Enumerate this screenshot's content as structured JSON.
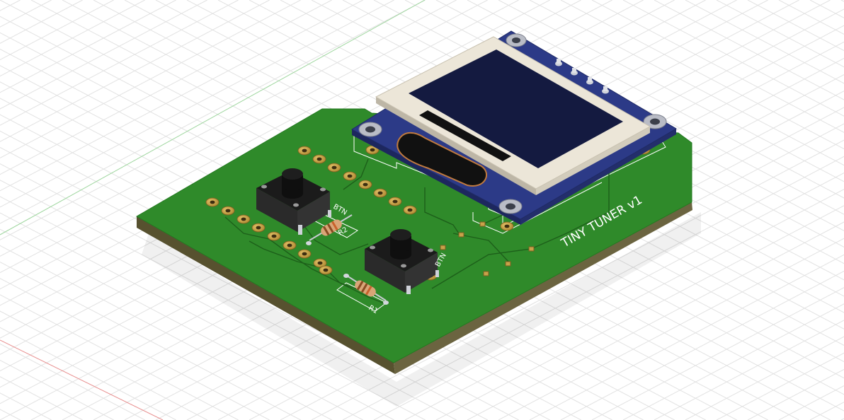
{
  "scene": {
    "board_label": "TINY TUNER v1",
    "button_ref_1": "BTN",
    "button_ref_2": "BTN",
    "resistor_ref_1": "R2",
    "resistor_ref_2": "R1"
  },
  "colors": {
    "background": "#ffffff",
    "grid_line": "#e2e2e2",
    "axis_x": "#e88f8f",
    "axis_y": "#9ed69e",
    "pcb_green": "#2f8a2a",
    "pcb_edge": "#57512f",
    "copper_pad": "#c8a24a",
    "silkscreen": "#ffffff",
    "oled_board": "#2c3a87",
    "oled_glass": "#141a40",
    "oled_frame": "#ece6d8",
    "button_body": "#2a2a2a",
    "resistor_body": "#d9a577"
  },
  "icons": {
    "tactile_switch": "tactile-switch-icon",
    "resistor": "resistor-icon",
    "oled_display": "oled-display-icon",
    "header_pin": "header-pin-icon"
  }
}
